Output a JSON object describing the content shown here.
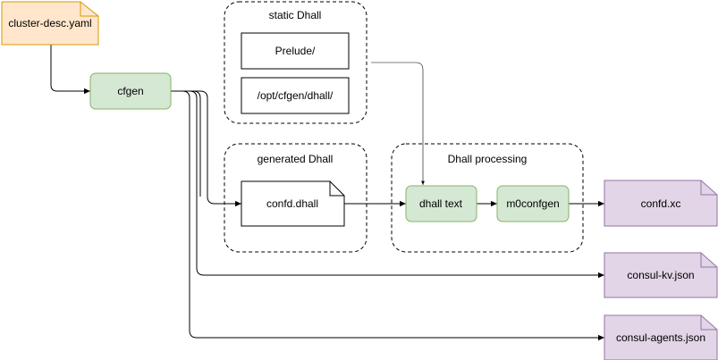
{
  "colors": {
    "yaml_fill": "#ffe6cc",
    "yaml_stroke": "#d79b00",
    "green_fill": "#d5e8d4",
    "green_stroke": "#82b366",
    "purple_fill": "#e1d5e7",
    "purple_stroke": "#9673a6",
    "line": "#000000",
    "dashed_stroke": "#000000"
  },
  "nodes": {
    "cluster_desc": "cluster-desc.yaml",
    "cfgen": "cfgen",
    "prelude": "Prelude/",
    "opt_dhall": "/opt/cfgen/dhall/",
    "confd_dhall": "confd.dhall",
    "dhall_text": "dhall text",
    "m0confgen": "m0confgen",
    "confd_xc": "confd.xc",
    "consul_kv": "consul-kv.json",
    "consul_agents": "consul-agents.json"
  },
  "groups": {
    "static_dhall": "static Dhall",
    "generated_dhall": "generated Dhall",
    "dhall_processing": "Dhall processing"
  }
}
